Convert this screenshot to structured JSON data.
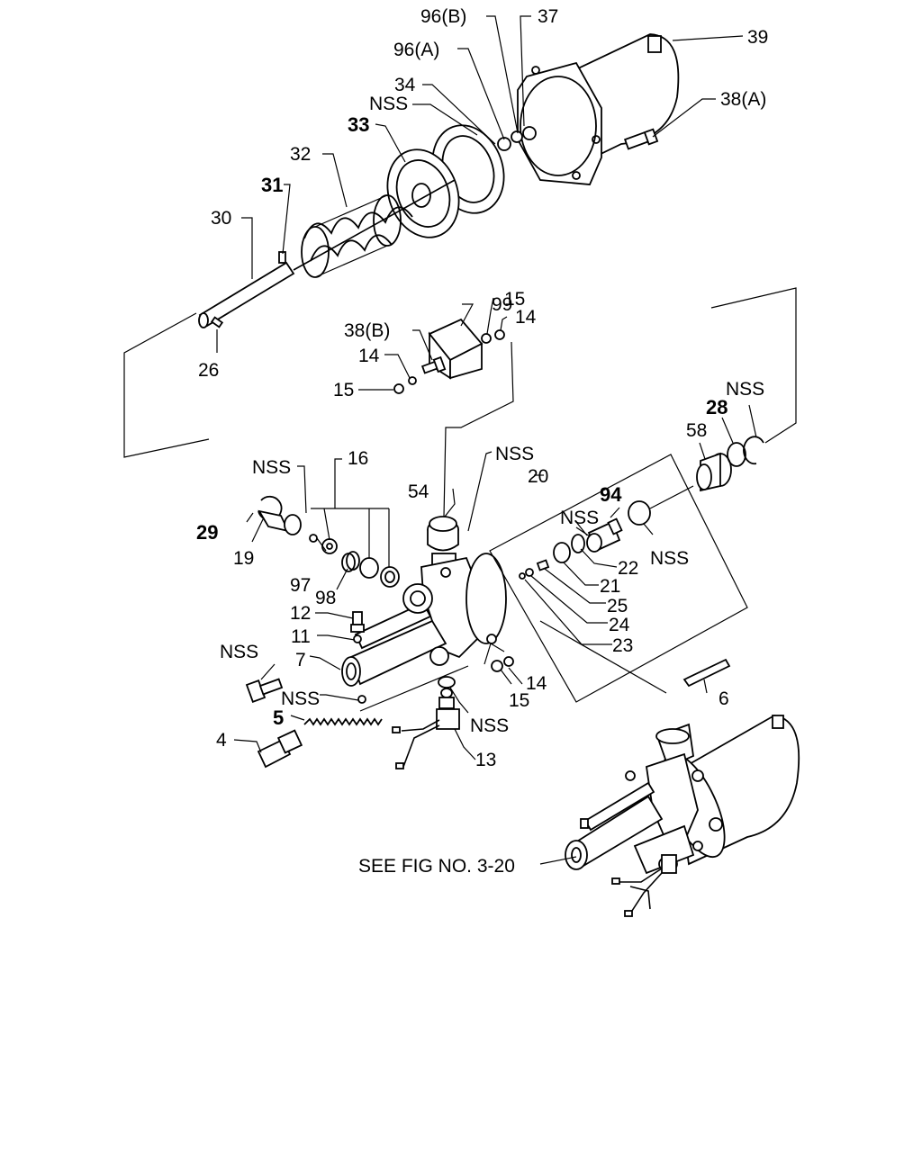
{
  "labels": {
    "l96b": "96(B)",
    "l37": "37",
    "l39": "39",
    "l96a": "96(A)",
    "l34": "34",
    "l38a": "38(A)",
    "lnss1": "NSS",
    "l33": "33",
    "l32": "32",
    "l31": "31",
    "l30": "30",
    "l26": "26",
    "l99": "99",
    "l15a": "15",
    "l14a": "14",
    "l38b": "38(B)",
    "l14b": "14",
    "l15b": "15",
    "lnss2": "NSS",
    "l28": "28",
    "l58": "58",
    "lnss3": "NSS",
    "l16": "16",
    "lnss4": "NSS",
    "l20": "20",
    "l54": "54",
    "l94": "94",
    "lnss5": "NSS",
    "l29": "29",
    "l19": "19",
    "l22": "22",
    "lnss6": "NSS",
    "l97": "97",
    "l98": "98",
    "l21": "21",
    "l25": "25",
    "l12": "12",
    "l24": "24",
    "l11": "11",
    "l23": "23",
    "lnss7": "NSS",
    "l7": "7",
    "l14c": "14",
    "l15c": "15",
    "lnss8": "NSS",
    "l6": "6",
    "l5": "5",
    "lnss9": "NSS",
    "l4": "4",
    "l13": "13",
    "see_fig": "SEE FIG NO. 3-20"
  }
}
